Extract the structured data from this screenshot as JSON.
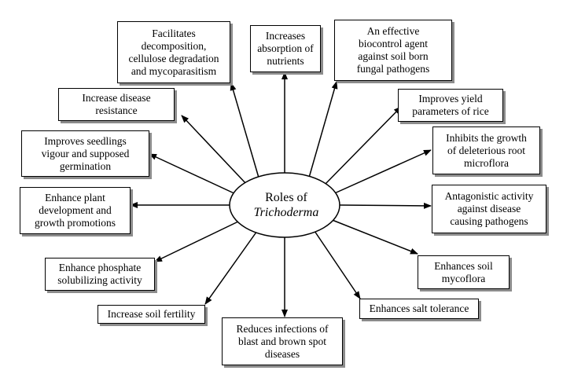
{
  "center": {
    "line1": "Roles of",
    "line2": "Trichoderma"
  },
  "roles": {
    "decomposition": [
      "Facilitates",
      "decomposition,",
      "cellulose degradation",
      "and mycoparasitism"
    ],
    "nutrients": [
      "Increases",
      "absorption of",
      "nutrients"
    ],
    "biocontrol": [
      "An effective",
      "biocontrol agent",
      "against soil born",
      "fungal pathogens"
    ],
    "disease_resistance": [
      "Increase disease",
      "resistance"
    ],
    "yield": [
      "Improves yield",
      "parameters of rice"
    ],
    "seedlings": [
      "Improves seedlings",
      "vigour and supposed",
      "germination"
    ],
    "root_microflora": [
      "Inhibits the growth",
      "of deleterious root",
      "microflora"
    ],
    "plant_development": [
      "Enhance plant",
      "development and",
      "growth promotions"
    ],
    "antagonistic": [
      "Antagonistic activity",
      "against disease",
      "causing pathogens"
    ],
    "phosphate": [
      "Enhance phosphate",
      "solubilizing activity"
    ],
    "mycoflora": [
      "Enhances soil",
      "mycoflora"
    ],
    "soil_fertility": [
      "Increase soil fertility"
    ],
    "salt_tolerance": [
      "Enhances salt tolerance"
    ],
    "blast": [
      "Reduces infections of",
      "blast and brown spot",
      "diseases"
    ]
  }
}
